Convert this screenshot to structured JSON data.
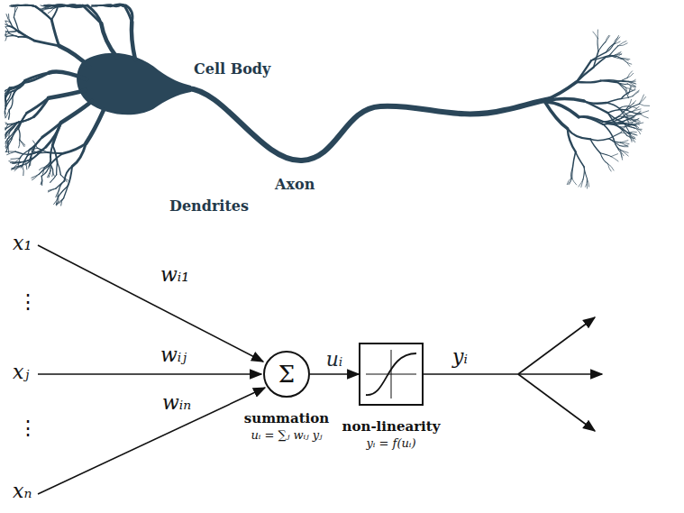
{
  "diagram": {
    "nodes": [
      {
        "text": [
          "Σ",
          "summation",
          "uᵢ = ∑ⱼ wᵢⱼ yⱼ"
        ]
      },
      {
        "text": [
          "non-linearity",
          "yᵢ = f(uᵢ)"
        ]
      }
    ],
    "edges": [
      {
        "from": 0,
        "to": 1,
        "arrow": "to",
        "label": "uᵢ"
      }
    ],
    "labels": [
      "Cell Body",
      "Axon",
      "Dendrites",
      "x₁",
      "wᵢ₁",
      "⋮",
      "xⱼ",
      "wᵢⱼ",
      "⋮",
      "xₙ",
      "wᵢₙ",
      "yᵢ"
    ]
  }
}
